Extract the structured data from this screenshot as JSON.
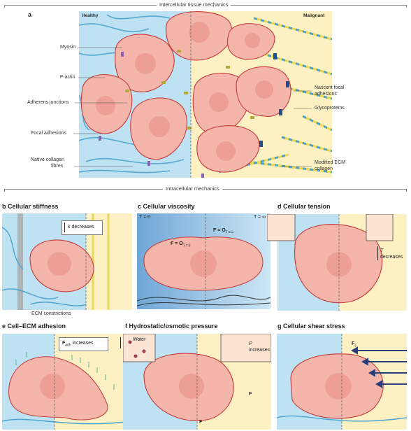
{
  "section_top": "Intercellular tissue mechanics",
  "section_mid": "Intracellular mechanics",
  "panel_a": {
    "letter": "a",
    "healthy": "Healthy",
    "malignant": "Malignant",
    "left_callouts": [
      "Myosin",
      "F-actin",
      "Adherens junctions",
      "Focal adhesions",
      "Native collagen",
      "fibres"
    ],
    "right_callouts": [
      "Nascent focal",
      "adhesions",
      "Glycoproteins",
      "Modified ECM",
      "collagen"
    ]
  },
  "panel_b": {
    "letter": "b",
    "title": "Cellular stiffness",
    "note_sym": "k",
    "note": " decreases",
    "bottom": "ECM constrictions"
  },
  "panel_c": {
    "letter": "c",
    "title": "Cellular viscosity",
    "t_left": "T = 0",
    "t_right": "T = ∞",
    "f_left": "F = O",
    "f_left_sub": "T = 0",
    "f_right": "F = O",
    "f_right_sub": "T = ∞"
  },
  "panel_d": {
    "letter": "d",
    "title": "Cellular tension",
    "note_sym": "T",
    "note": "decreases"
  },
  "panel_e": {
    "letter": "e",
    "title": "Cell–ECM adhesion",
    "note_sym": "F",
    "note_sub": "adh",
    "note": " increases"
  },
  "panel_f": {
    "letter": "f",
    "title": "Hydrostatic/osmotic pressure",
    "water": "Water",
    "note_sym": "P",
    "note": "increases",
    "force": "F",
    "force2": "F"
  },
  "panel_g": {
    "letter": "g",
    "title": "Cellular shear stress",
    "force": "F",
    "force_sub": "s"
  },
  "colors": {
    "healthy_bg": "#bfe2f3",
    "malignant_bg": "#fdf0c2",
    "cell": "#f4b6aa",
    "nucleus": "#ec9b92",
    "actin": "#d23a3a",
    "collagen": "#4aa3cf",
    "collagen_yellow": "#e6d85a"
  }
}
